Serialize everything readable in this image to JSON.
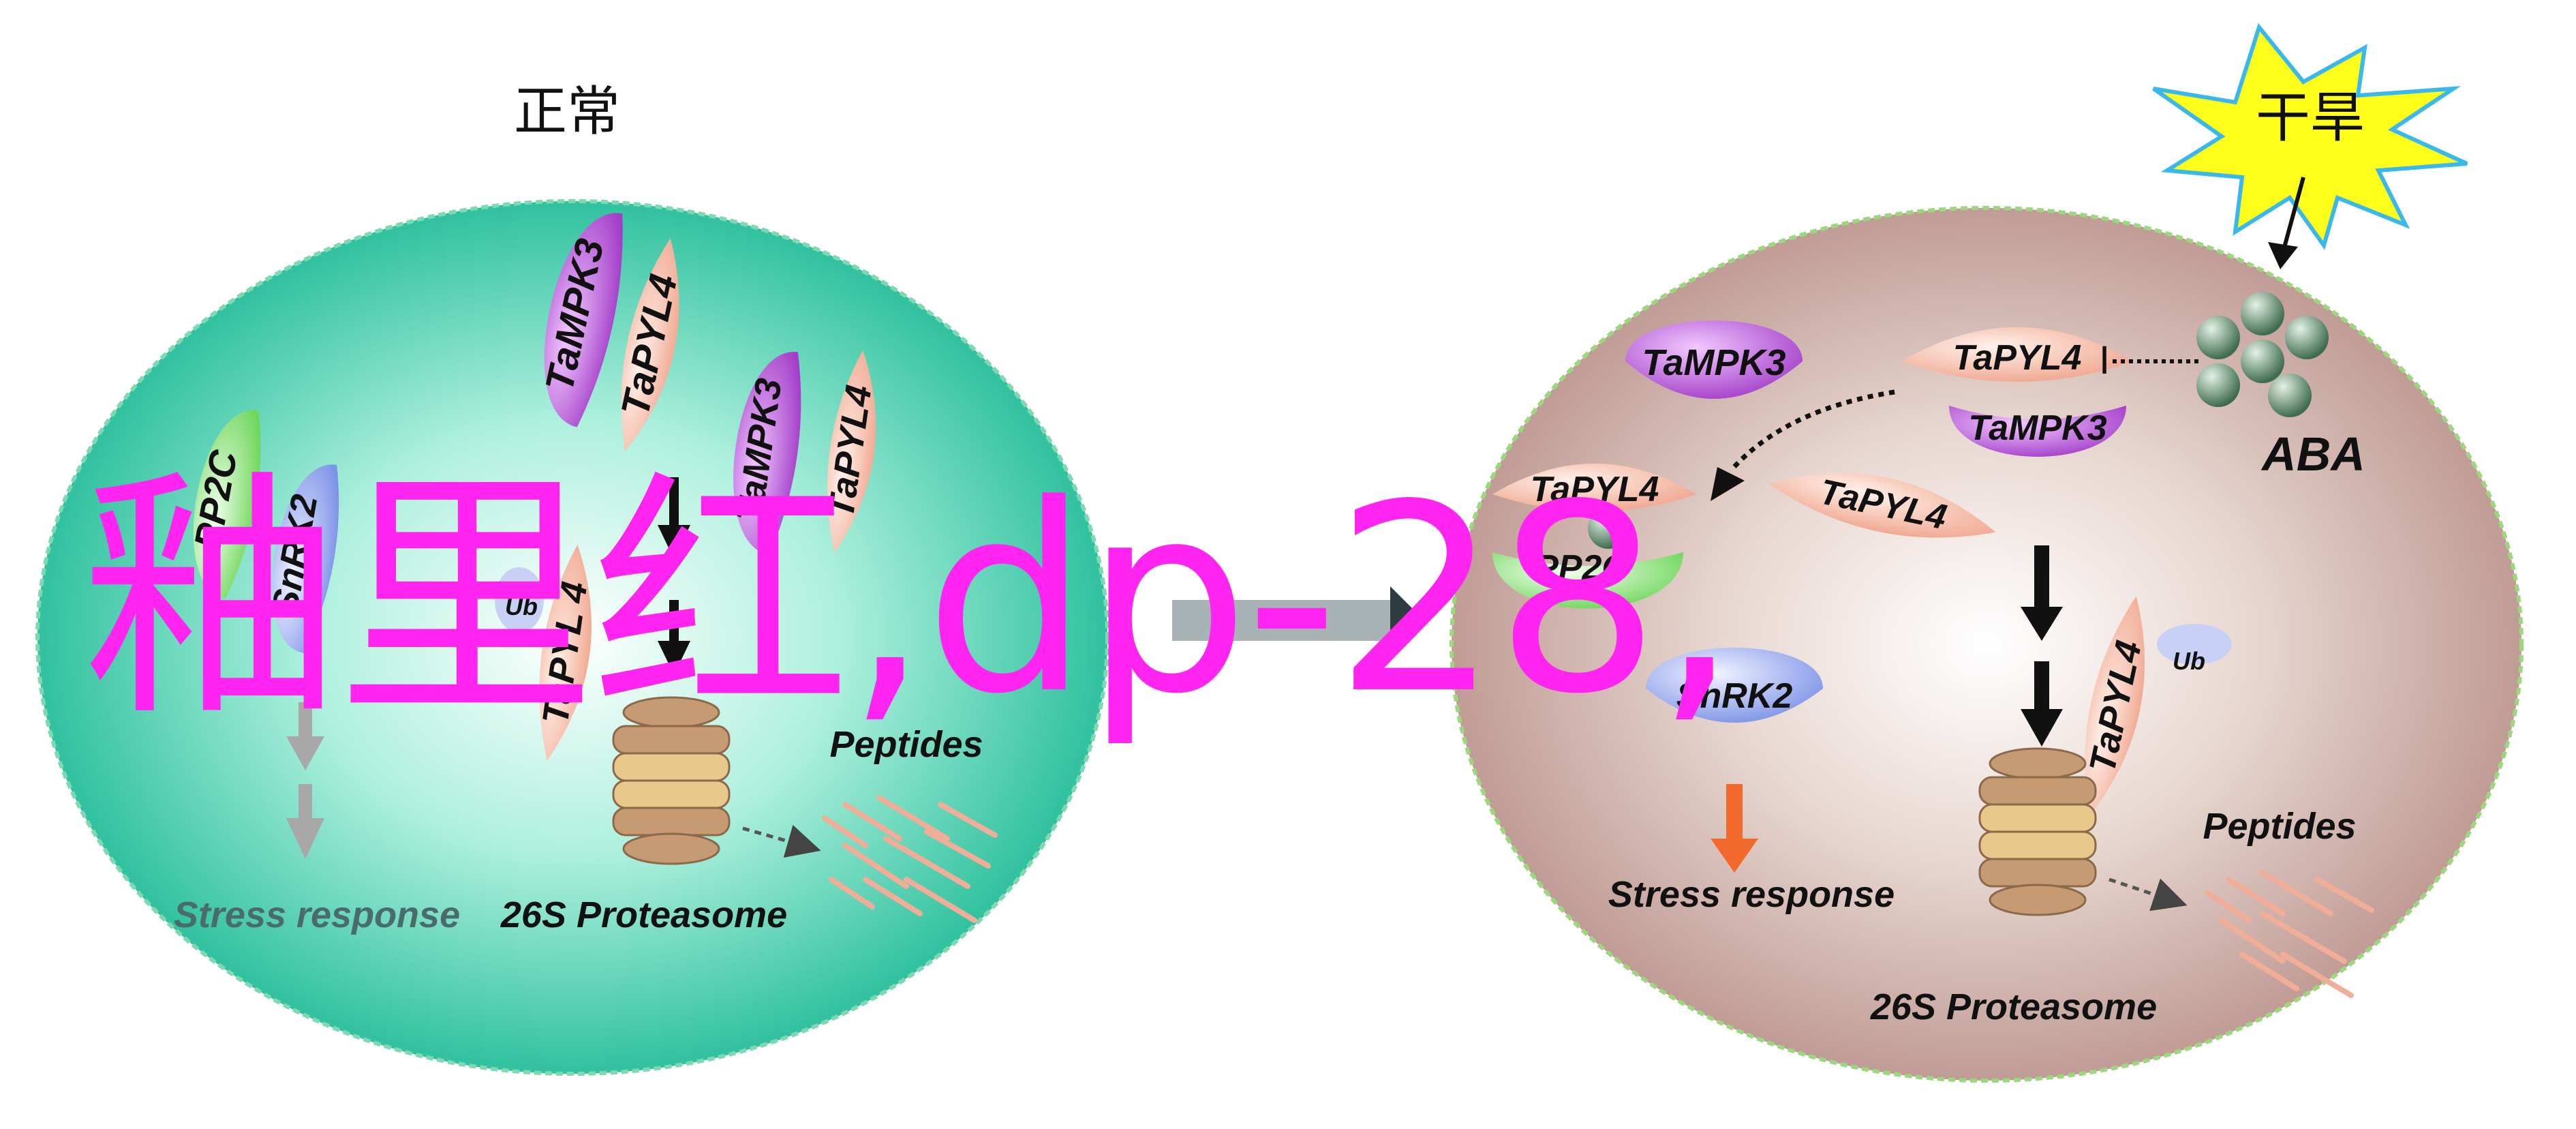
{
  "labels": {
    "normal_title": "正常",
    "drought_title": "干旱",
    "aba": "ABA",
    "ub": "Ub",
    "tampk3": "TaMPK3",
    "tapyl4": "TaPYL4",
    "tapyl4_spaced": "TaPYL 4",
    "pp2c": "PP2C",
    "snrk2": "SnRK2",
    "peptides": "Peptides",
    "proteasome": "26S Proteasome",
    "stress_response": "Stress response",
    "inhibit_mark": "I"
  },
  "overlay_text": "釉里红,dp-28,",
  "colors": {
    "normal_cell": "#2fc9a4",
    "drought_cell": "#c9aaa3",
    "tampk3": "#b64ed4",
    "tapyl4": "#f2b49e",
    "pp2c": "#8fe07a",
    "snrk2": "#8fa3ef",
    "stress_arrow_normal": "#a8a8a8",
    "stress_arrow_drought": "#f26a2b",
    "sun": "#ffff1a",
    "aba": "#5d8a6c",
    "overlay": "#ff24f0",
    "peptide": "#f0ad98",
    "proteasome": "#d9b37a"
  }
}
